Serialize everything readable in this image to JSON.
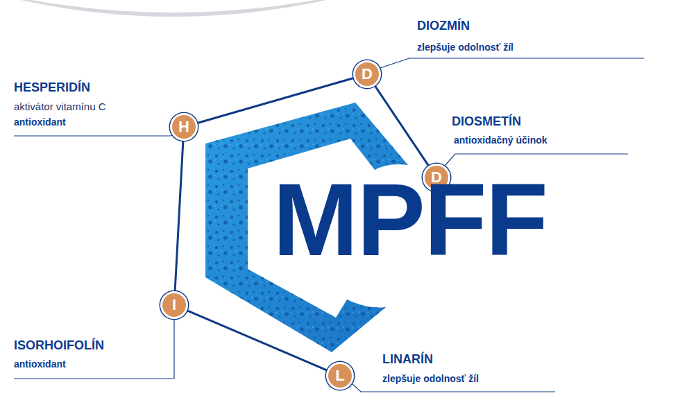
{
  "diagram": {
    "nodes": [
      {
        "text": [
          "D"
        ]
      },
      {
        "text": [
          "H"
        ]
      },
      {
        "text": [
          "D"
        ]
      },
      {
        "text": [
          "I"
        ]
      },
      {
        "text": [
          "L"
        ]
      }
    ],
    "edges": [
      {
        "from": 1,
        "to": 0,
        "arrow": "none"
      },
      {
        "from": 0,
        "to": 2,
        "arrow": "none"
      },
      {
        "from": 1,
        "to": 3,
        "arrow": "none"
      },
      {
        "from": 3,
        "to": 4,
        "arrow": "none"
      }
    ],
    "labels": [
      "HESPERIDÍN",
      "aktivátor vitamínu C",
      "antioxidant",
      "DIOZMÍN",
      "zlepšuje odolnosť žíl",
      "DIOSMETÍN",
      "antioxidačný účinok",
      "ISORHOIFOLÍN",
      "antioxidant",
      "LINARÍN",
      "zlepšuje odolnosť žíl",
      "MPFF"
    ]
  }
}
